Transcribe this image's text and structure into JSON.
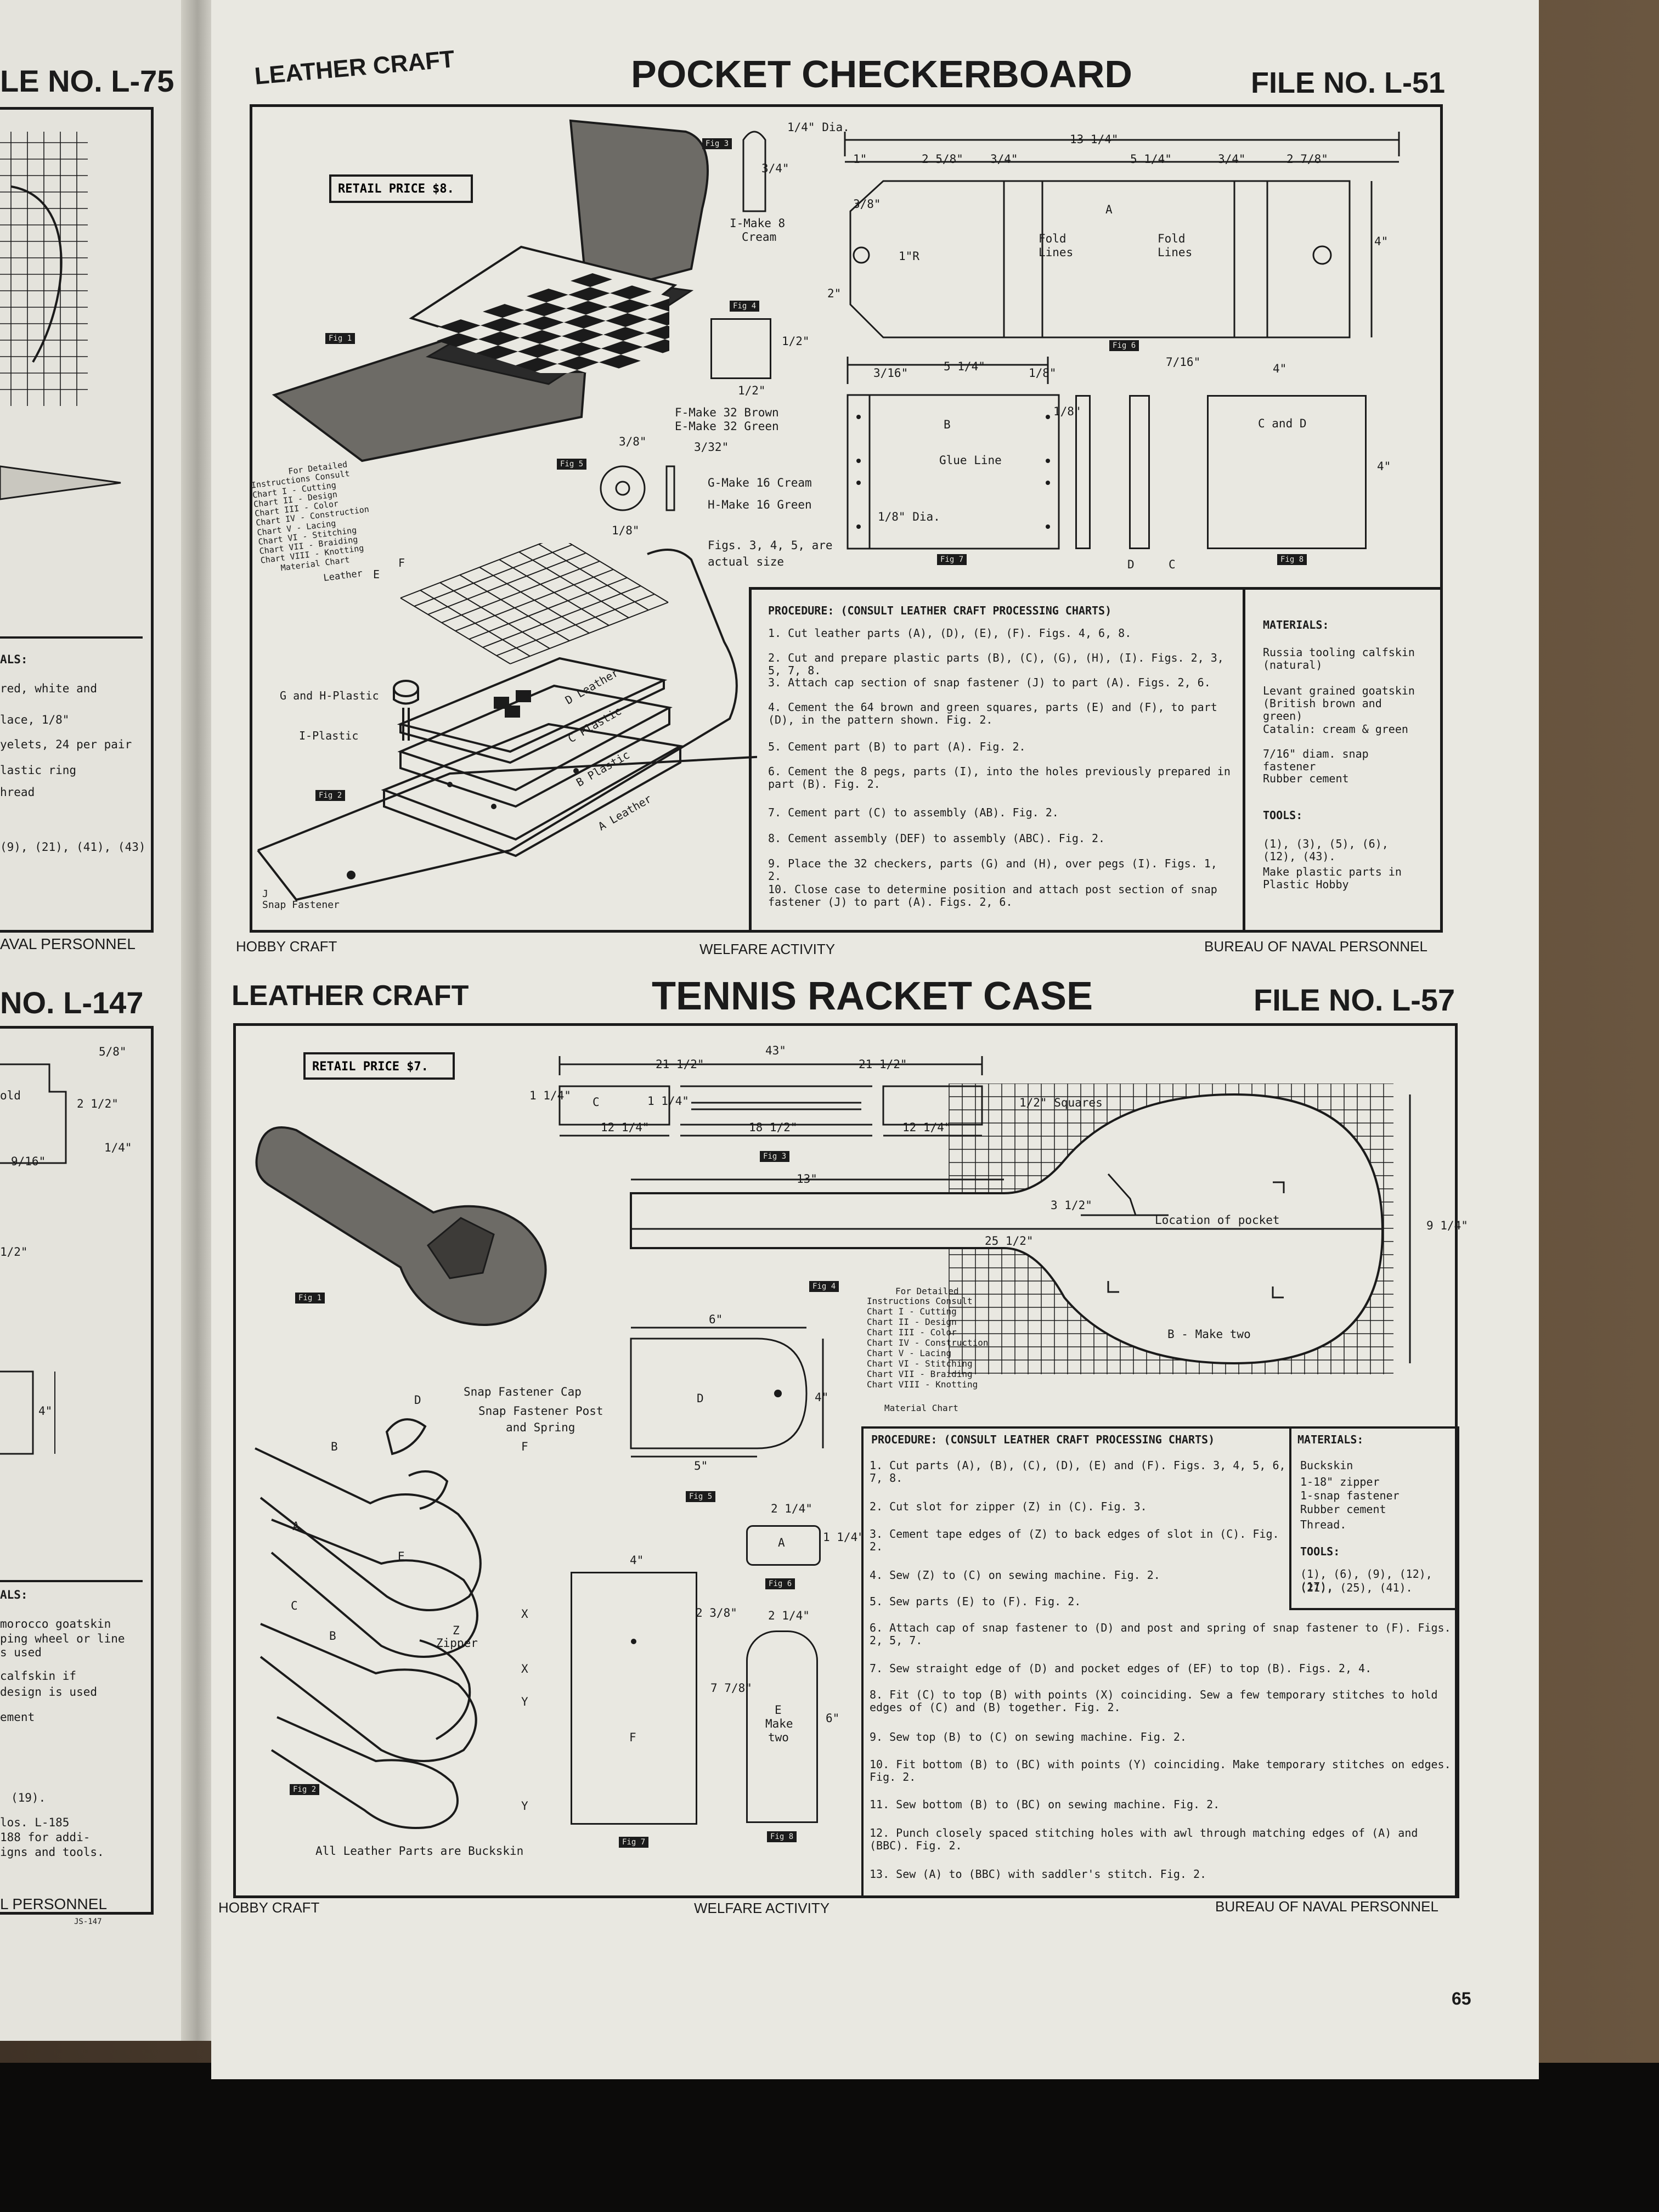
{
  "left_page": {
    "file_top": "LE NO. L-75",
    "materials_heading": "ALS:",
    "materials_lines": [
      "red, white and",
      "lace, 1/8\"",
      "yelets, 24 per pair",
      "lastic ring",
      "hread",
      "(9), (21), (41), (43)"
    ],
    "footer_top": "AVAL PERSONNEL",
    "file_bottom": "NO. L-147",
    "dims": [
      "5/8\"",
      "2 1/2\"",
      "1/4\"",
      "9/16\"",
      "1/2\"",
      "4\""
    ],
    "fold_label": "old",
    "materials2_heading": "ALS:",
    "materials2_lines": [
      "morocco goatskin",
      "ping wheel or line",
      "s used",
      "calfskin if",
      "design is used",
      "ement"
    ],
    "refs": "(19).",
    "notes": [
      "los. L-185",
      "188 for addi-",
      "igns and tools."
    ],
    "footer_bottom": "L PERSONNEL",
    "stamp": "JS-147"
  },
  "checkerboard": {
    "category": "LEATHER CRAFT",
    "title": "POCKET CHECKERBOARD",
    "file_no": "FILE NO. L-51",
    "retail_price": "RETAIL PRICE $8.",
    "fig_labels": [
      "Fig 1",
      "Fig 2",
      "Fig 3",
      "Fig 4",
      "Fig 5",
      "Fig 6",
      "Fig 7",
      "Fig 8"
    ],
    "part_i_dia": "1/4\" Dia.",
    "part_i_height": "3/4\"",
    "part_i_note": [
      "I-Make 8",
      "Cream"
    ],
    "part_f_dims": [
      "1/2\"",
      "1/2\""
    ],
    "part_f_notes": [
      "F-Make 32 Brown",
      "E-Make 32 Green"
    ],
    "part_g_dims": [
      "3/8\"",
      "3/32\"",
      "1/8\""
    ],
    "part_g_notes": [
      "G-Make 16 Cream",
      "H-Make 16 Green"
    ],
    "actual_size_note": [
      "Figs. 3, 4, 5, are",
      "actual size"
    ],
    "dims_a": {
      "total": "13 1/4\"",
      "d1": "1\"",
      "d2": "2 5/8\"",
      "d3": "3/4\"",
      "d4": "5 1/4\"",
      "d5": "3/4\"",
      "d6": "2 7/8\"",
      "height": "4\"",
      "left": "2\"",
      "radius": "1\"R",
      "d7": "3/8\""
    },
    "part_a_label": "A",
    "fold_lines": [
      "Fold",
      "Lines"
    ],
    "dims_b": {
      "d1": "3/16\"",
      "d2": "5 1/4\"",
      "d3": "1/8\"",
      "d4": "1/8\"",
      "hole": "1/8\" Dia."
    },
    "part_b_label": "B",
    "glue_line": "Glue Line",
    "dims_cd": {
      "d1": "7/16\"",
      "d2": "4\"",
      "height": "4\""
    },
    "part_cd_label": "C and D",
    "part_d_small": "D",
    "part_c_small": "C",
    "explode_labels": {
      "f": "F",
      "e": "E",
      "gh": "G and H-Plastic",
      "i": "I-Plastic",
      "d": "D Leather",
      "c": "C Plastic",
      "b": "B Plastic",
      "a": "A Leather",
      "j": [
        "J",
        "Snap Fastener"
      ]
    },
    "chart_ref": [
      "For Detailed",
      "Instructions Consult",
      "Chart I - Cutting",
      "Chart II - Design",
      "Chart III - Color",
      "Chart IV - Construction",
      "Chart V - Lacing",
      "Chart VI - Stitching",
      "Chart VII - Braiding",
      "Chart VIII - Knotting",
      "Material Chart",
      "Leather"
    ],
    "procedure_heading": "PROCEDURE: (CONSULT LEATHER CRAFT PROCESSING CHARTS)",
    "procedure": [
      "1. Cut leather parts (A), (D), (E), (F). Figs. 4, 6, 8.",
      "2. Cut and prepare plastic parts (B), (C), (G), (H), (I). Figs. 2, 3, 5, 7, 8.",
      "3. Attach cap section of snap fastener (J) to part (A). Figs. 2, 6.",
      "4. Cement the 64 brown and green squares, parts (E) and (F), to part (D), in the pattern shown. Fig. 2.",
      "5. Cement part (B) to part (A). Fig. 2.",
      "6. Cement the 8 pegs, parts (I), into the holes previously prepared in part (B). Fig. 2.",
      "7. Cement part (C) to assembly (AB). Fig. 2.",
      "8. Cement assembly (DEF) to assembly (ABC). Fig. 2.",
      "9. Place the 32 checkers, parts (G) and (H), over pegs (I). Figs. 1, 2.",
      "10. Close case to determine position and attach post section of snap fastener (J) to part (A). Figs. 2, 6."
    ],
    "materials_heading": "MATERIALS:",
    "materials": [
      "Russia tooling calfskin (natural)",
      "Levant grained goatskin (British brown and green)",
      "Catalin: cream & green",
      "7/16\" diam. snap fastener",
      "Rubber cement"
    ],
    "tools_heading": "TOOLS:",
    "tools": [
      "(1), (3), (5), (6), (12), (43).",
      "Make plastic parts in Plastic Hobby"
    ],
    "footer": [
      "HOBBY CRAFT",
      "WELFARE ACTIVITY",
      "BUREAU OF NAVAL PERSONNEL"
    ]
  },
  "racket_case": {
    "category": "LEATHER CRAFT",
    "title": "TENNIS RACKET CASE",
    "file_no": "FILE NO. L-57",
    "retail_price": "RETAIL PRICE $7.",
    "fig_labels": [
      "Fig 1",
      "Fig 2",
      "Fig 3",
      "Fig 4",
      "Fig 5",
      "Fig 6",
      "Fig 7",
      "Fig 8"
    ],
    "strip_dims": {
      "total": "43\"",
      "a": "21 1/2\"",
      "b": "21 1/2\"",
      "h": "1 1/4\"",
      "s": "1 1/4\"",
      "c": "12 1/4\"",
      "d": "18 1/2\"",
      "e": "12 1/4\""
    },
    "strip_label": "C",
    "squares": "1/2\" Squares",
    "b_dims": {
      "handle": "13\"",
      "total": "25 1/2\"",
      "pocket": "3 1/2\"",
      "width": "9 1/4\""
    },
    "pocket_label": "Location of pocket",
    "b_label": "B - Make two",
    "chart_ref": [
      "For Detailed",
      "Instructions Consult",
      "Chart I - Cutting",
      "Chart II - Design",
      "Chart III - Color",
      "Chart IV - Construction",
      "Chart V - Lacing",
      "Chart VI - Stitching",
      "Chart VII - Braiding",
      "Chart VIII - Knotting",
      "Material Chart"
    ],
    "d_dims": {
      "w": "6\"",
      "h": "4\"",
      "b": "5\""
    },
    "d_label": "D",
    "a_dims": {
      "w": "2 1/4\"",
      "h": "1 1/4\""
    },
    "a_label": "A",
    "f_dims": {
      "w": "4\"",
      "a": "2 3/8\"",
      "b": "7 7/8\""
    },
    "f_label": "F",
    "e_dims": {
      "w": "2 1/4\"",
      "h": "6\""
    },
    "e_label": [
      "E",
      "Make",
      "two"
    ],
    "explode_labels": {
      "d": "D",
      "cap": "Snap Fastener Cap",
      "post": "Snap Fastener Post",
      "spring": "and Spring",
      "f": "F",
      "b1": "B",
      "a": "A",
      "c": "C",
      "e": "E",
      "b2": "B",
      "x1": "X",
      "zipper": [
        "Z",
        "Zipper"
      ],
      "y1": "Y",
      "x2": "X",
      "y2": "Y"
    },
    "all_parts": "All Leather Parts are Buckskin",
    "procedure_heading": "PROCEDURE: (CONSULT LEATHER CRAFT PROCESSING CHARTS)",
    "procedure": [
      "1. Cut parts (A), (B), (C), (D), (E) and (F). Figs. 3, 4, 5, 6, 7, 8.",
      "2. Cut slot for zipper (Z) in (C). Fig. 3.",
      "3. Cement tape edges of (Z) to back edges of slot in (C). Fig. 2.",
      "4. Sew (Z) to (C) on sewing machine. Fig. 2.",
      "5. Sew parts (E) to (F). Fig. 2.",
      "6. Attach cap of snap fastener to (D) and post and spring of snap fastener to (F). Figs. 2, 5, 7.",
      "7. Sew straight edge of (D) and pocket edges of (EF) to top (B). Figs. 2, 4.",
      "8. Fit (C) to top (B) with points (X) coinciding. Sew a few temporary stitches to hold edges of (C) and (B) together. Fig. 2.",
      "9. Sew top (B) to (C) on sewing machine. Fig. 2.",
      "10. Fit bottom (B) to (BC) with points (Y) coinciding. Make temporary stitches on edges. Fig. 2.",
      "11. Sew bottom (B) to (BC) on sewing machine. Fig. 2.",
      "12. Punch closely spaced stitching holes with awl through matching edges of (A) and (BBC). Fig. 2.",
      "13. Sew (A) to (BBC) with saddler's stitch. Fig. 2."
    ],
    "materials_heading": "MATERIALS:",
    "materials": [
      "Buckskin",
      "1-18\" zipper",
      "1-snap fastener",
      "Rubber cement",
      "Thread."
    ],
    "tools_heading": "TOOLS:",
    "tools": [
      "(1), (6), (9), (12), (17),",
      "(21), (25), (41)."
    ],
    "footer": [
      "HOBBY CRAFT",
      "WELFARE ACTIVITY",
      "BUREAU OF NAVAL PERSONNEL"
    ]
  },
  "page_number": "65"
}
